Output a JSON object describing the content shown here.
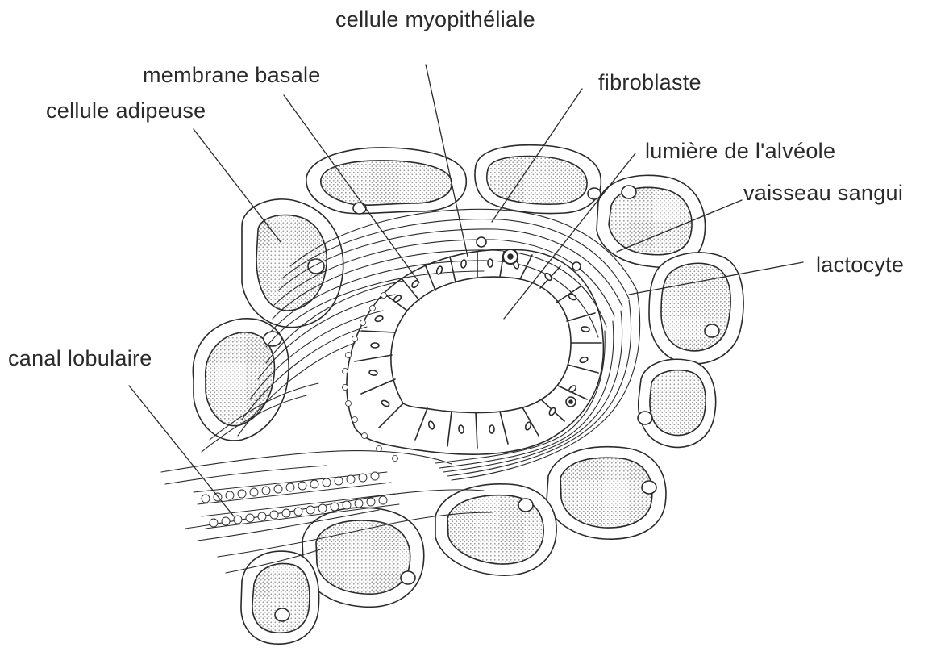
{
  "labels": {
    "myoepithelial": "cellule myopithéliale",
    "basement_membrane": "membrane basale",
    "fibroblast": "fibroblaste",
    "adipocyte": "cellule adipeuse",
    "alveolus_lumen": "lumière de l'alvéole",
    "blood_vessel": "vaisseau sangui",
    "lactocyte": "lactocyte",
    "lobular_duct": "canal lobulaire"
  },
  "colors": {
    "ink": "#2a2a2a",
    "stipple": "#9a9a9a",
    "background": "#ffffff"
  }
}
